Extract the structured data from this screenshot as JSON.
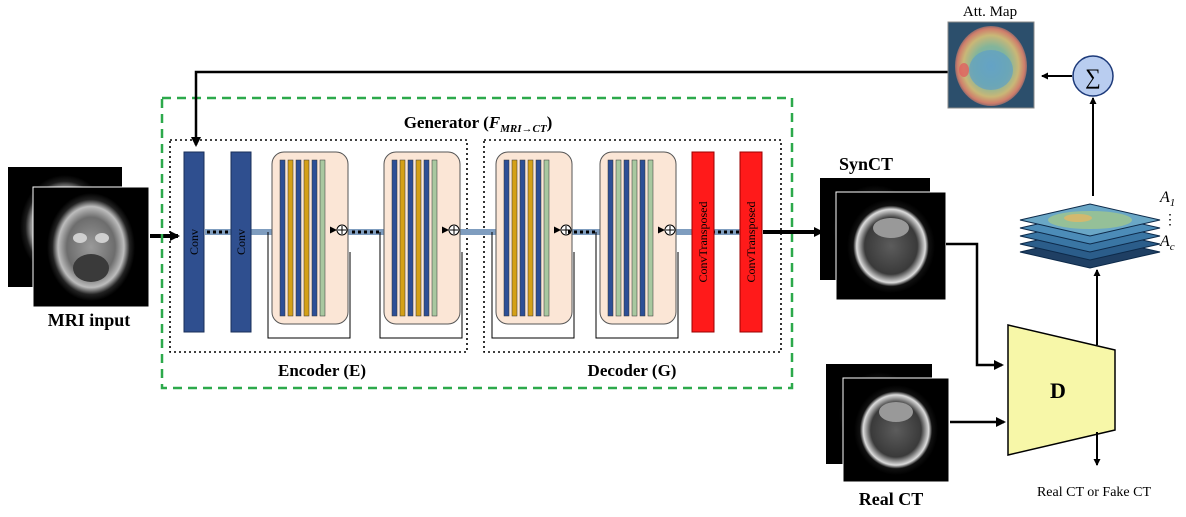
{
  "labels": {
    "mri_input": "MRI input",
    "generator_prefix": "Generator (",
    "generator_sub": "F",
    "generator_subscript": "MRI→CT",
    "generator_suffix": ")",
    "encoder": "Encoder (E)",
    "decoder": "Decoder (G)",
    "conv": "Conv",
    "conv_transposed": "ConvTransposed",
    "syn_ct": "SynCT",
    "real_ct": "Real CT",
    "att_map": "Att. Map",
    "sum_symbol": "∑",
    "discriminator": "D",
    "output": "Real CT or Fake CT",
    "a_first": "A",
    "a_first_sub": "1",
    "a_last": "A",
    "a_last_sub": "c",
    "vdots": "⋮"
  },
  "colors": {
    "conv_blue": "#2f4f8f",
    "conv_transposed_red": "#ff1a1a",
    "resblock_bg": "#fbe6d6",
    "bar_blue": "#2d4f96",
    "bar_gold": "#d4a017",
    "bar_green": "#a8c8a0",
    "discriminator_fill": "#f7f7a8",
    "sum_fill": "#b9cdf0",
    "generator_border": "#2ca94b"
  }
}
